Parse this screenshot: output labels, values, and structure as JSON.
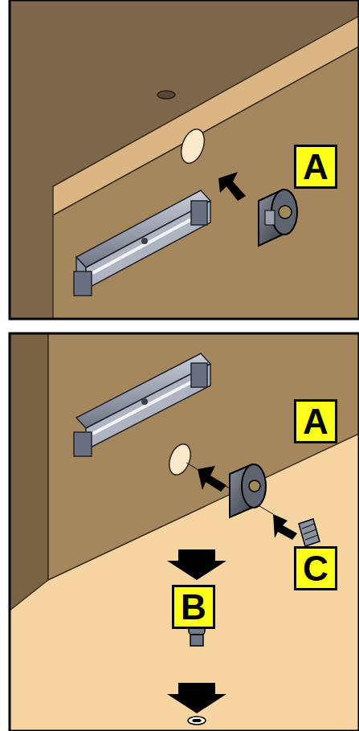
{
  "diagram": {
    "nodes": [
      {
        "text": [
          "A"
        ]
      },
      {
        "text": [
          "A"
        ]
      },
      {
        "text": [
          "C"
        ]
      },
      {
        "text": [
          "B"
        ]
      }
    ]
  }
}
